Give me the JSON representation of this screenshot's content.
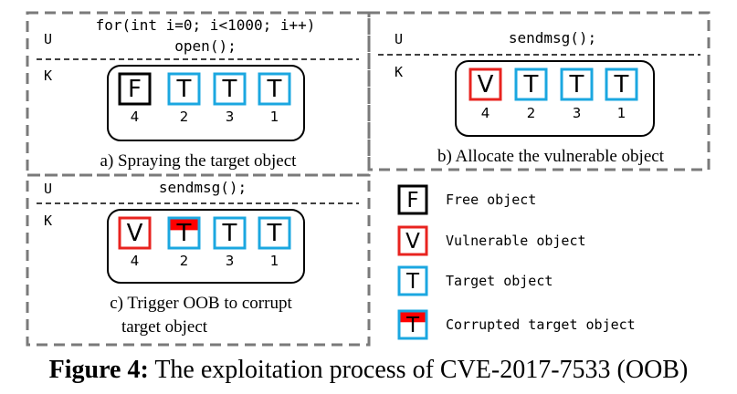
{
  "panels": {
    "a": {
      "user_label": "U",
      "kernel_label": "K",
      "code_line1": "for(int i=0; i<1000; i++)",
      "code_line2": "open();",
      "caption": "a) Spraying the target object",
      "slots": [
        {
          "letter": "F",
          "kind": "free",
          "order": "4"
        },
        {
          "letter": "T",
          "kind": "target",
          "order": "2"
        },
        {
          "letter": "T",
          "kind": "target",
          "order": "3"
        },
        {
          "letter": "T",
          "kind": "target",
          "order": "1"
        }
      ]
    },
    "b": {
      "user_label": "U",
      "kernel_label": "K",
      "code_line1": "sendmsg();",
      "caption": "b) Allocate the vulnerable object",
      "slots": [
        {
          "letter": "V",
          "kind": "vulnerable",
          "order": "4"
        },
        {
          "letter": "T",
          "kind": "target",
          "order": "2"
        },
        {
          "letter": "T",
          "kind": "target",
          "order": "3"
        },
        {
          "letter": "T",
          "kind": "target",
          "order": "1"
        }
      ]
    },
    "c": {
      "user_label": "U",
      "kernel_label": "K",
      "code_line1": "sendmsg();",
      "caption_line1": "c) Trigger OOB to corrupt",
      "caption_line2": "target object",
      "slots": [
        {
          "letter": "V",
          "kind": "vulnerable",
          "order": "4"
        },
        {
          "letter": "T",
          "kind": "corrupted",
          "order": "2"
        },
        {
          "letter": "T",
          "kind": "target",
          "order": "3"
        },
        {
          "letter": "T",
          "kind": "target",
          "order": "1"
        }
      ]
    }
  },
  "legend": [
    {
      "letter": "F",
      "kind": "free",
      "label": "Free object"
    },
    {
      "letter": "V",
      "kind": "vulnerable",
      "label": "Vulnerable object"
    },
    {
      "letter": "T",
      "kind": "target",
      "label": "Target object"
    },
    {
      "letter": "T",
      "kind": "corrupted",
      "label": "Corrupted target object"
    }
  ],
  "figure_caption": {
    "label": "Figure 4:",
    "text": "The exploitation process of CVE-2017-7533 (OOB)"
  },
  "colors": {
    "free": "#000000",
    "vulnerable": "#e8231f",
    "target": "#1ba7e0",
    "corruption": "#ff0000",
    "dashed_border": "#7a7a7a"
  }
}
